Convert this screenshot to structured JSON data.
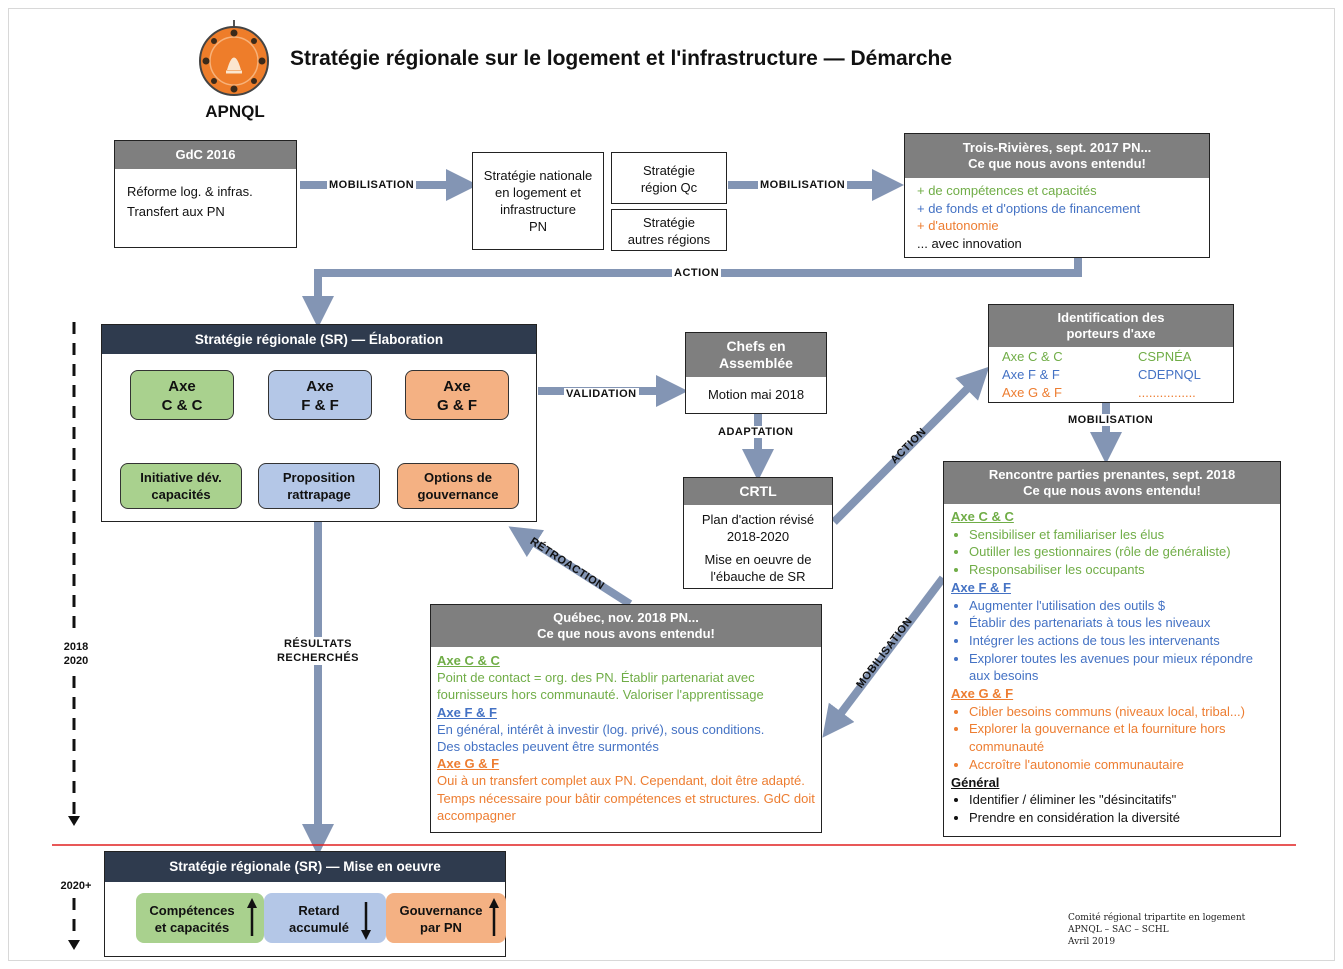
{
  "header": {
    "title": "Stratégie régionale sur le logement et l'infrastructure — Démarche",
    "logo_text": "APNQL"
  },
  "gdc": {
    "title": "GdC 2016",
    "lines": [
      "Réforme log. & infras.",
      "Transfert aux PN"
    ]
  },
  "snli": {
    "text": [
      "Stratégie nationale",
      "en logement et",
      "infrastructure",
      "PN"
    ]
  },
  "region_qc": {
    "text": [
      "Stratégie",
      "région Qc"
    ]
  },
  "autres": {
    "text": [
      "Stratégie",
      "autres régions"
    ]
  },
  "trois_rivieres": {
    "title": [
      "Trois-Rivières, sept. 2017 PN...",
      "Ce que nous avons entendu!"
    ],
    "items": [
      "+ de compétences et capacités",
      "+ de fonds et d'options de financement",
      "+ d'autonomie",
      "... avec innovation"
    ]
  },
  "labels": {
    "mobilisation": "MOBILISATION",
    "action": "ACTION",
    "validation": "VALIDATION",
    "adaptation": "ADAPTATION",
    "retroaction": "RÉTROACTION",
    "resultats": [
      "RÉSULTATS",
      "RECHERCHÉS"
    ]
  },
  "sr_elab": {
    "title": "Stratégie régionale (SR)  —  Élaboration",
    "axes": [
      {
        "label": [
          "Axe",
          "C & C"
        ],
        "sub": [
          "Initiative dév.",
          "capacités"
        ]
      },
      {
        "label": [
          "Axe",
          "F & F"
        ],
        "sub": [
          "Proposition",
          "rattrapage"
        ]
      },
      {
        "label": [
          "Axe",
          "G & F"
        ],
        "sub": [
          "Options de",
          "gouvernance"
        ]
      }
    ]
  },
  "chefs": {
    "title": [
      "Chefs en",
      "Assemblée"
    ],
    "body": "Motion mai 2018"
  },
  "crtl": {
    "title": "CRTL",
    "lines": [
      "Plan d'action révisé",
      "2018-2020",
      "Mise en oeuvre de",
      "l'ébauche de SR"
    ]
  },
  "porteurs": {
    "title": [
      "Identification des",
      "porteurs d'axe"
    ],
    "rows": [
      {
        "axe": "Axe C & C",
        "who": "CSPNÉA"
      },
      {
        "axe": "Axe F & F",
        "who": "CDEPNQL"
      },
      {
        "axe": "Axe G & F",
        "who": "................"
      }
    ]
  },
  "rencontre": {
    "title": [
      "Rencontre parties prenantes, sept. 2018",
      "Ce que nous avons entendu!"
    ],
    "cc_title": "Axe C & C",
    "cc": [
      "Sensibiliser et familiariser les élus",
      "Outiller les gestionnaires (rôle de généraliste)",
      "Responsabiliser les occupants"
    ],
    "ff_title": "Axe F & F",
    "ff": [
      "Augmenter l'utilisation des outils $",
      "Établir des partenariats à tous les niveaux",
      "Intégrer les actions de tous les intervenants",
      "Explorer toutes les avenues pour mieux répondre aux besoins"
    ],
    "gf_title": "Axe G & F",
    "gf": [
      "Cibler besoins communs (niveaux local, tribal...)",
      "Explorer la gouvernance et la fourniture hors communauté",
      "Accroître l'autonomie communautaire"
    ],
    "gen_title": "Général",
    "gen": [
      "Identifier / éliminer les \"désincitatifs\"",
      "Prendre en considération la diversité"
    ]
  },
  "quebec": {
    "title": [
      "Québec, nov. 2018  PN...",
      "Ce que nous avons entendu!"
    ],
    "cc_title": "Axe C & C",
    "cc": "Point de contact = org. des PN. Établir partenariat avec fournisseurs hors communauté. Valoriser l'apprentissage",
    "ff_title": "Axe F & F",
    "ff1": "En général, intérêt à investir (log. privé), sous conditions.",
    "ff2": "Des obstacles peuvent être surmontés",
    "gf_title": "Axe G & F",
    "gf": "Oui à un transfert complet aux PN. Cependant, doit être adapté. Temps nécessaire pour bâtir compétences et structures. GdC doit accompagner"
  },
  "sr_mise": {
    "title": "Stratégie régionale (SR)  —  Mise en oeuvre",
    "items": [
      {
        "label": [
          "Compétences",
          "et capacités"
        ],
        "dir": "up"
      },
      {
        "label": [
          "Retard",
          "accumulé"
        ],
        "dir": "down"
      },
      {
        "label": [
          "Gouvernance",
          "par PN"
        ],
        "dir": "up"
      }
    ]
  },
  "timeline": {
    "period1": [
      "2018",
      "2020"
    ],
    "period2": "2020+"
  },
  "footer": [
    "Comité régional tripartite en logement",
    "APNQL – SAC – SCHL",
    "Avril 2019"
  ],
  "colors": {
    "arrow": "#8395b4",
    "green": "#70ad47",
    "blue": "#4472c4",
    "orange": "#ed7d31",
    "dark": "#2f3b4e",
    "gray": "#7f7f7f",
    "redline": "#e02020"
  }
}
